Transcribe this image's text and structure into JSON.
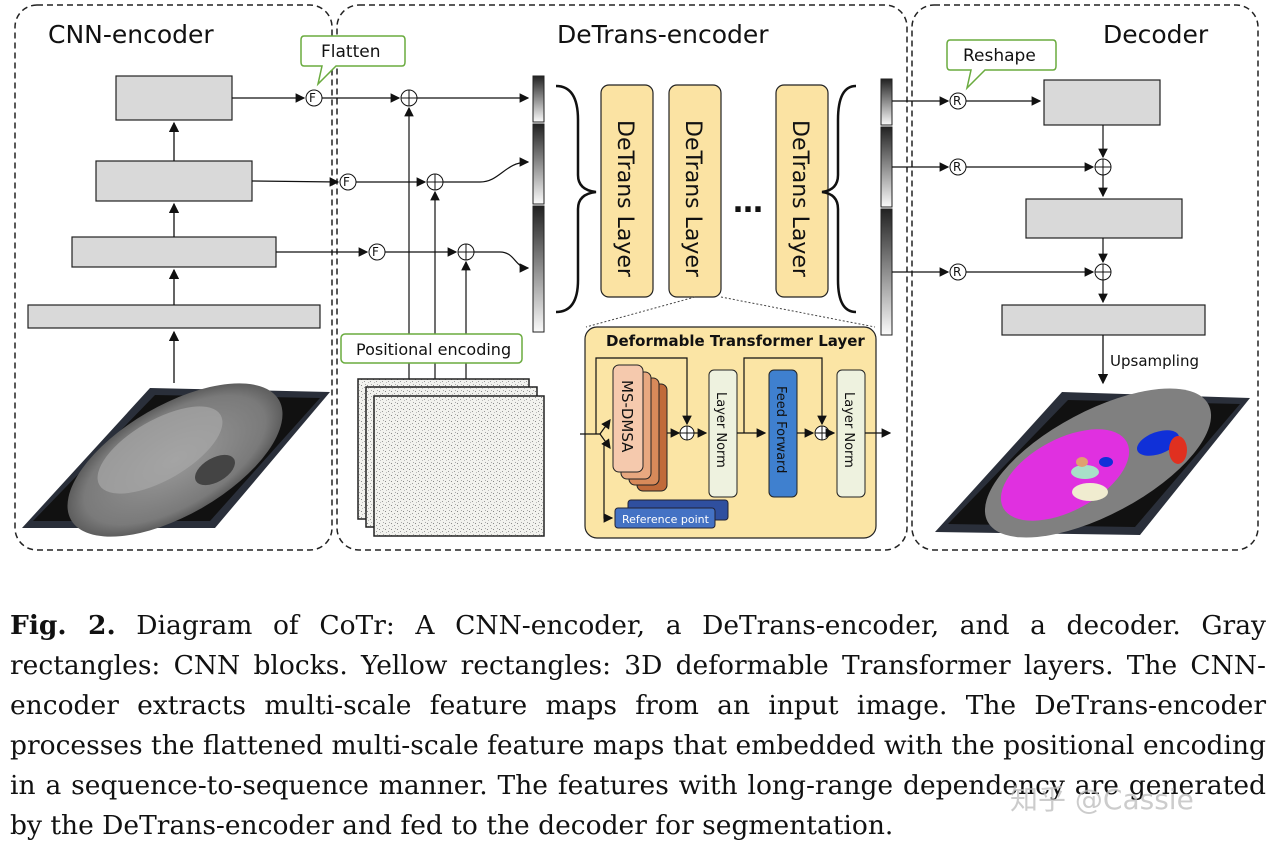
{
  "figure": {
    "sections": {
      "cnn": "CNN-encoder",
      "detrans": "DeTrans-encoder",
      "decoder": "Decoder"
    },
    "callouts": {
      "flatten": "Flatten",
      "reshape": "Reshape",
      "positional": "Positional encoding"
    },
    "layers": {
      "layer1": "DeTrans Layer",
      "layer2": "DeTrans Layer",
      "layer3": "DeTrans Layer",
      "ellipsis": "…"
    },
    "symbols": {
      "flatten": "F",
      "reshape": "R"
    },
    "inset": {
      "title": "Deformable Transformer Layer",
      "msdmsa": "MS-DMSA",
      "norm1": "Layer Norm",
      "ff": "Feed Forward",
      "norm2": "Layer Norm",
      "ref": "Reference point"
    },
    "upsampling": "Upsampling",
    "colors": {
      "gray_block": "#d9d9d9",
      "yellow_layer": "#fbe3a3",
      "inset_bg": "#fbe5a5",
      "feed_forward": "#3f80cf",
      "msdmsa": "#f5c9ad",
      "ref_point": "#4472c4",
      "callout_border": "#6aab3f",
      "seg_magenta": "#e030e0",
      "seg_blue": "#1030d8",
      "seg_red": "#e03020"
    }
  },
  "caption": {
    "label": "Fig. 2.",
    "text": "Diagram of CoTr: A CNN-encoder, a DeTrans-encoder, and a decoder. Gray rectangles: CNN blocks. Yellow rectangles: 3D deformable Transformer layers. The CNN-encoder extracts multi-scale feature maps from an input image. The DeTrans-encoder processes the flattened multi-scale feature maps that embedded with the positional encoding in a sequence-to-sequence manner. The features with long-range dependency are generated by the DeTrans-encoder and fed to the decoder for segmentation."
  },
  "watermark": "知乎 @Cassie"
}
